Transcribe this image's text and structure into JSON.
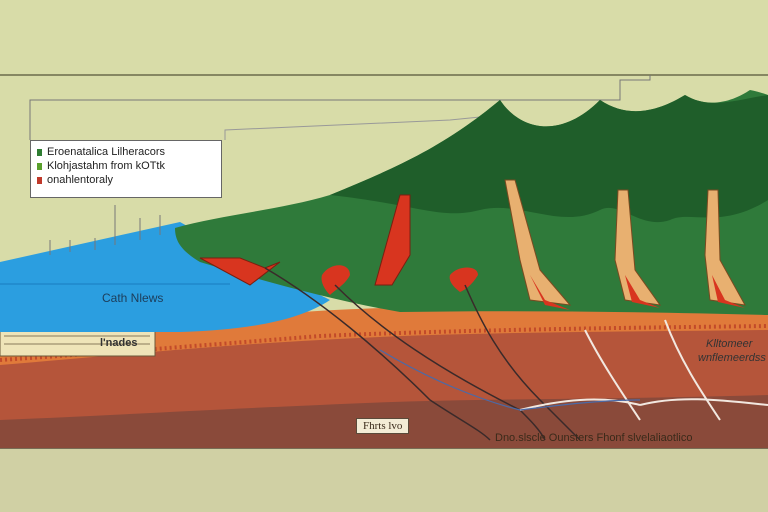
{
  "legend": {
    "items": [
      {
        "label": "Eroenatalica Lilheracors",
        "color": "#2e7d32"
      },
      {
        "label": "Klohjastahm from kOTtk",
        "color": "#5aa02c"
      },
      {
        "label": "onahlentoraly",
        "color": "#c0392b"
      }
    ]
  },
  "labels": {
    "water": "Cath Nlews",
    "left_strata": "l'nades",
    "right_top": "Klltomeer",
    "right_bottom": "wnflemeerdss",
    "center_bottom": "Fhrts lvo",
    "bottom_caption": "Dno.slscle  Ounsters Fhonf  slvelaliaotlico"
  },
  "colors": {
    "sky": "#d8dca8",
    "water": "#2b9ee0",
    "forest": "#2f7a3a",
    "forest_dark": "#1f5e2a",
    "rock_top": "#e07a3a",
    "rock_mid": "#b5553a",
    "rock_deep": "#8a4a3a",
    "lava": "#d8351f"
  }
}
